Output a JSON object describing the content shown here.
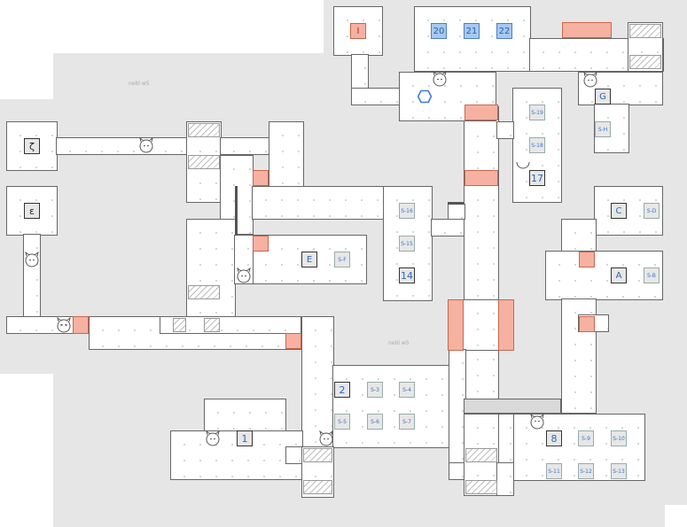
{
  "zone_labels": [
    "nebl w5",
    "nebl w5"
  ],
  "tiles": {
    "zeta": "ζ",
    "epsilon": "ε",
    "i": "I",
    "n20": "20",
    "n21": "21",
    "n22": "22",
    "g": "G",
    "s_h": "S-H",
    "s_19": "S-19",
    "s_18": "S-18",
    "n17": "17",
    "c": "C",
    "s_d": "S-D",
    "a": "A",
    "s_b": "S-B",
    "s_16": "S-16",
    "s_15": "S-15",
    "n14": "14",
    "e": "E",
    "s_f": "S-F",
    "n2": "2",
    "s_3": "S-3",
    "s_4": "S-4",
    "s_5": "S-5",
    "s_6": "S-6",
    "s_7": "S-7",
    "n1": "1",
    "n8": "8",
    "s_9": "S-9",
    "s_10": "S-10",
    "s_11": "S-11",
    "s_12": "S-12",
    "s_13": "S-13"
  },
  "colors": {
    "floor": "#ffffff",
    "void": "#e6e6e6",
    "door": "#f6b1a1",
    "blue_tile": "#a6c9f2",
    "wall": "#666666"
  },
  "icons": [
    "cat-icon",
    "hexagon-icon"
  ]
}
